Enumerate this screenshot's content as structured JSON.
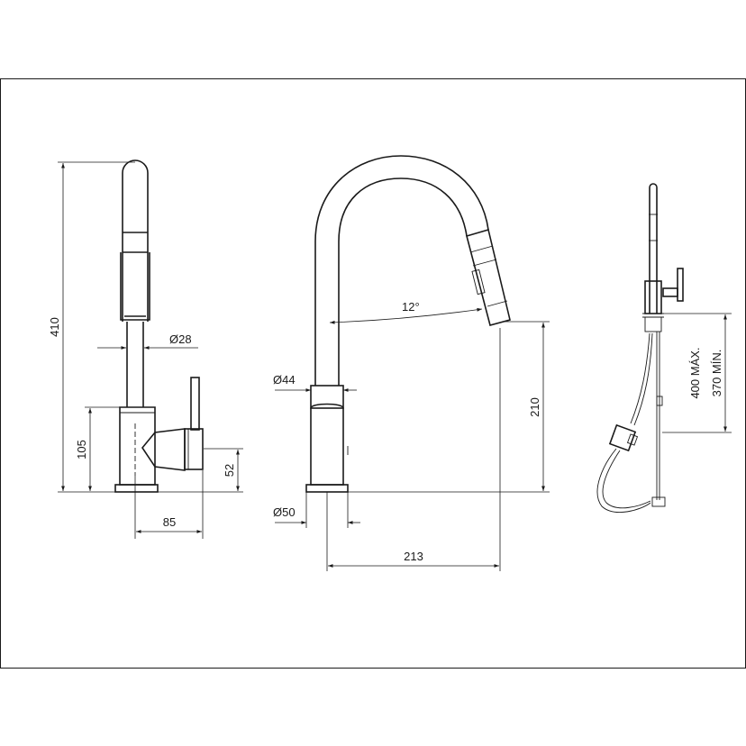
{
  "dimensions": {
    "total_height": "410",
    "spout_diameter": "Ø28",
    "body_height": "105",
    "handle_height": "52",
    "handle_reach": "85",
    "neck_diameter": "Ø44",
    "base_diameter": "Ø50",
    "swivel_angle": "12°",
    "outlet_height": "210",
    "spout_reach": "213",
    "hose_max": "400 MÁX.",
    "hose_min": "370 MÍN."
  }
}
